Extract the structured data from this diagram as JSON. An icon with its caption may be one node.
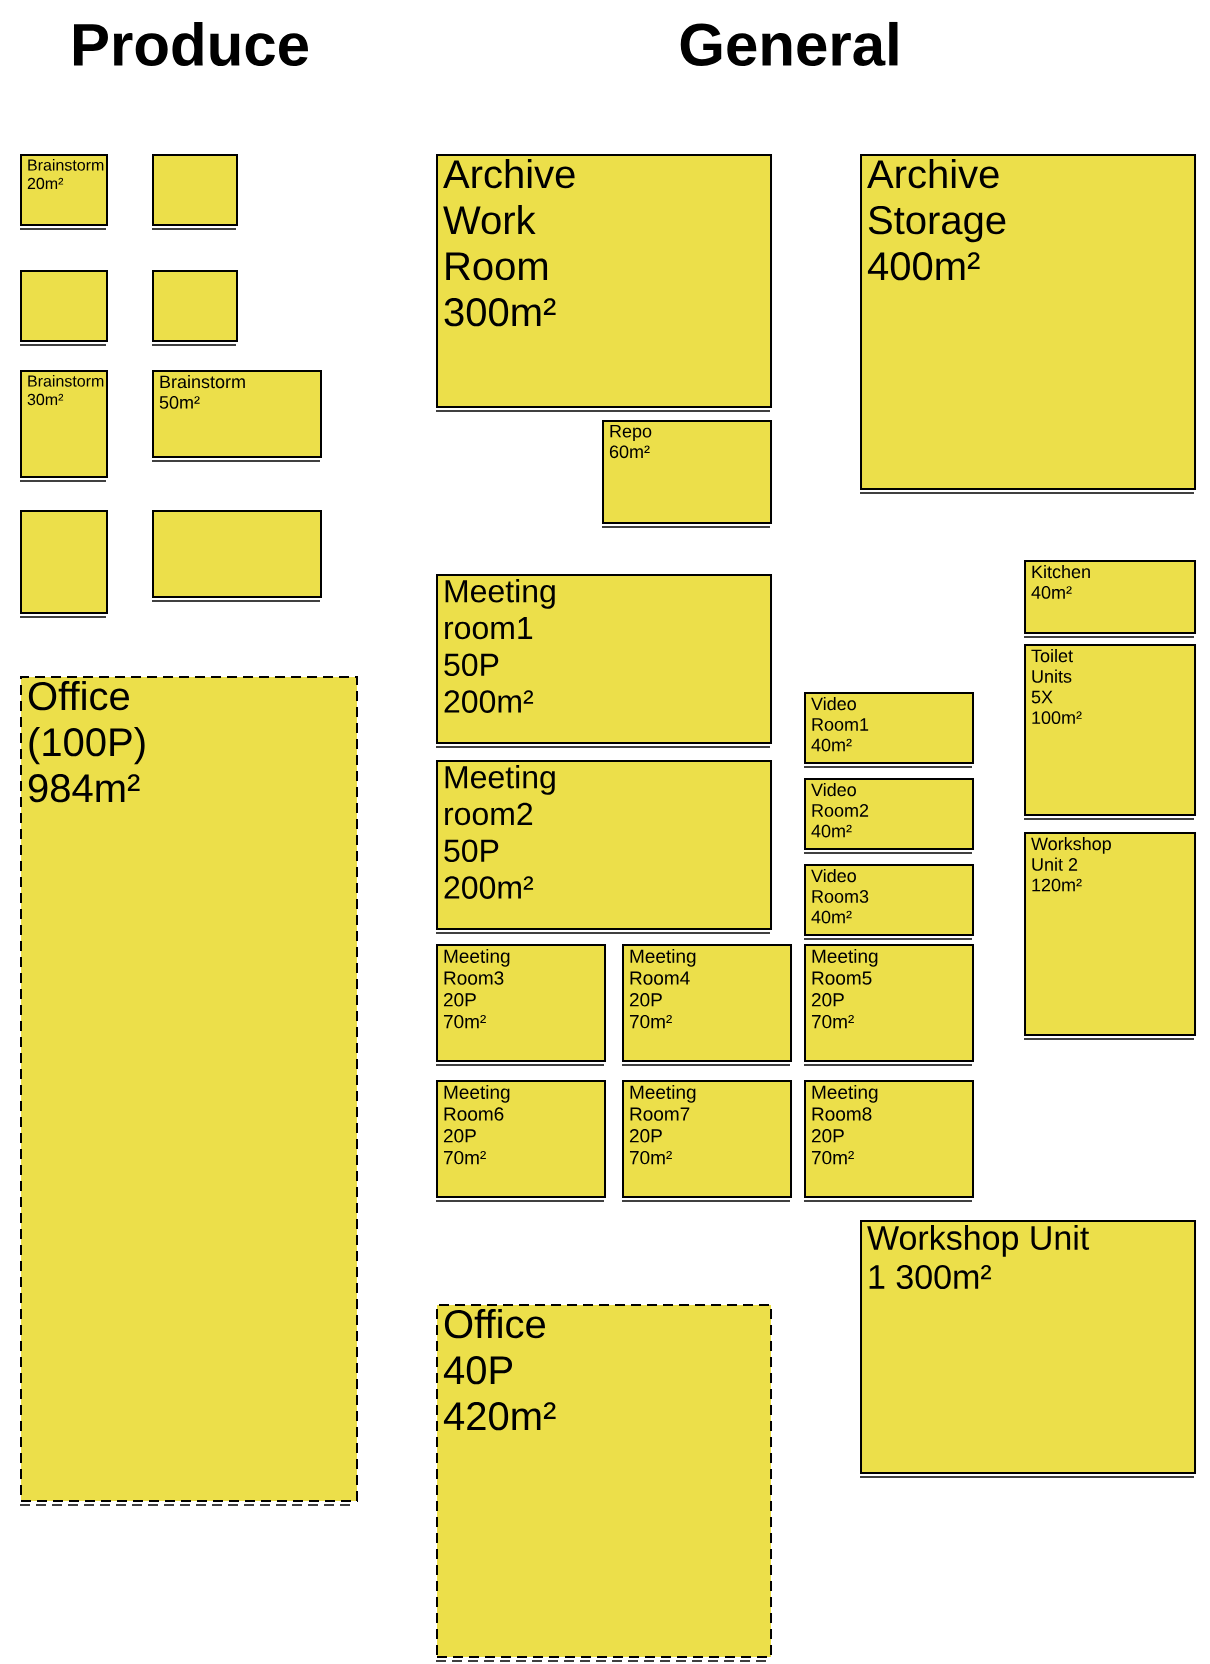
{
  "diagram": {
    "nodes": [
      {
        "text": [
          "Brainstorm 20m²"
        ]
      },
      {
        "text": [],
        "shape": "box"
      },
      {
        "text": [],
        "shape": "box"
      },
      {
        "text": [],
        "shape": "box"
      },
      {
        "text": [
          "Brainstorm 30m²"
        ]
      },
      {
        "text": [
          "Brainstorm 50m²"
        ]
      },
      {
        "text": [],
        "shape": "box"
      },
      {
        "text": [],
        "shape": "box"
      },
      {
        "text": [
          "Office (100P) 984m²"
        ]
      },
      {
        "text": [
          "Archive Work Room 300m²"
        ]
      },
      {
        "text": [
          "Archive Storage 400m²"
        ]
      },
      {
        "text": [
          "Repo 60m²"
        ]
      },
      {
        "text": [
          "Kitchen 40m²"
        ]
      },
      {
        "text": [
          "Meeting room1 50P 200m²"
        ]
      },
      {
        "text": [
          "Toilet Units 5X 100m²"
        ]
      },
      {
        "text": [
          "Video Room1 40m²"
        ]
      },
      {
        "text": [
          "Meeting room2 50P 200m²"
        ]
      },
      {
        "text": [
          "Video Room2 40m²"
        ]
      },
      {
        "text": [
          "Video Room3 40m²"
        ]
      },
      {
        "text": [
          "Workshop Unit 2 120m²"
        ]
      },
      {
        "text": [
          "Meeting Room3 20P 70m²"
        ]
      },
      {
        "text": [
          "Meeting Room4 20P 70m²"
        ]
      },
      {
        "text": [
          "Meeting Room5 20P 70m²"
        ]
      },
      {
        "text": [
          "Meeting Room6 20P 70m²"
        ]
      },
      {
        "text": [
          "Meeting Room7 20P 70m²"
        ]
      },
      {
        "text": [
          "Meeting Room8 20P 70m²"
        ]
      },
      {
        "text": [
          "Workshop Unit 1 300m²"
        ]
      },
      {
        "text": [
          "Office 40P 420m²"
        ]
      }
    ],
    "labels": [
      "Produce",
      "General"
    ]
  }
}
